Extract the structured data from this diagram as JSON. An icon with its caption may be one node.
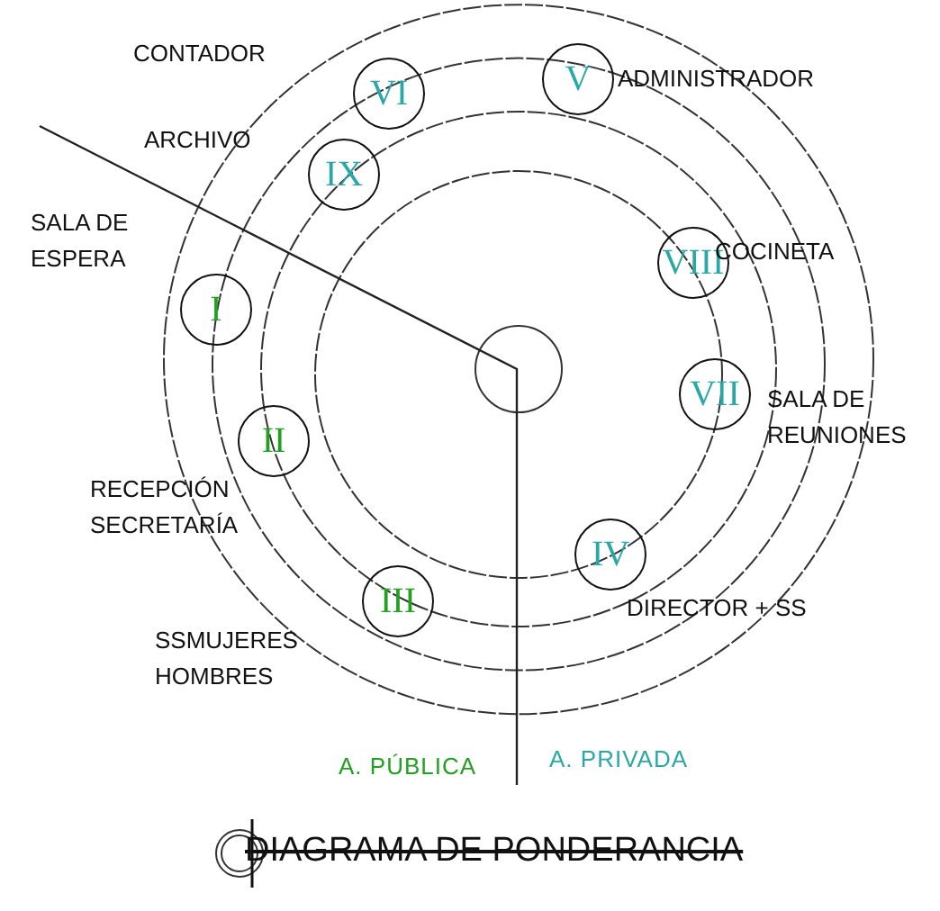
{
  "diagram": {
    "title": "DIAGRAMA DE PONDERANCIA",
    "nodes": [
      {
        "text": [
          "VI"
        ],
        "beside": [
          "CONTADOR"
        ]
      },
      {
        "text": [
          "V"
        ],
        "beside": [
          "ADMINISTRADOR"
        ]
      },
      {
        "text": [
          "IX"
        ],
        "beside": [
          "ARCHIVO"
        ]
      },
      {
        "text": [
          "I"
        ],
        "beside": [
          "SALA DE ESPERA"
        ]
      },
      {
        "text": [
          "VIII"
        ],
        "beside": [
          "COCINETA"
        ]
      },
      {
        "text": [
          "VII"
        ],
        "beside": [
          "SALA DE REUNIONES"
        ]
      },
      {
        "text": [
          "II"
        ],
        "beside": [
          "RECEPCIÓN SECRETARÍA"
        ]
      },
      {
        "text": [
          "IV"
        ],
        "beside": [
          "DIRECTOR + SS"
        ]
      },
      {
        "text": [
          "III"
        ],
        "beside": [
          "SSMUJERES HOMBRES"
        ]
      }
    ],
    "edges": [],
    "labels": [
      "A. PÚBLICA",
      "A. PRIVADA"
    ]
  }
}
